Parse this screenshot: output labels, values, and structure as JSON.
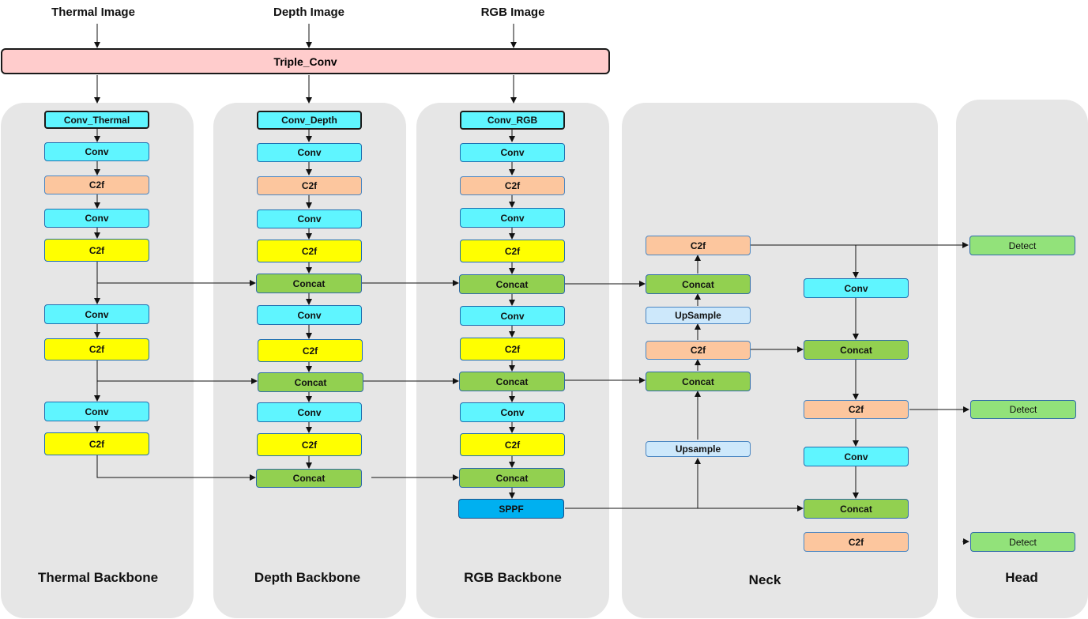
{
  "inputs": {
    "thermal": "Thermal Image",
    "depth": "Depth Image",
    "rgb": "RGB Image"
  },
  "triple_conv": "Triple_Conv",
  "panels": {
    "thermal": "Thermal Backbone",
    "depth": "Depth Backbone",
    "rgb": "RGB Backbone",
    "neck": "Neck",
    "head": "Head"
  },
  "thermal_backbone": [
    "Conv_Thermal",
    "Conv",
    "C2f",
    "Conv",
    "C2f",
    "Conv",
    "C2f",
    "Conv",
    "C2f"
  ],
  "depth_backbone": [
    "Conv_Depth",
    "Conv",
    "C2f",
    "Conv",
    "C2f",
    "Concat",
    "Conv",
    "C2f",
    "Concat",
    "Conv",
    "C2f",
    "Concat"
  ],
  "rgb_backbone": [
    "Conv_RGB",
    "Conv",
    "C2f",
    "Conv",
    "C2f",
    "Concat",
    "Conv",
    "C2f",
    "Concat",
    "Conv",
    "C2f",
    "Concat",
    "SPPF"
  ],
  "neck_left": [
    "C2f",
    "Concat",
    "UpSample",
    "C2f",
    "Concat",
    "Upsample"
  ],
  "neck_right": [
    "Conv",
    "Concat",
    "C2f",
    "Conv",
    "Concat",
    "C2f"
  ],
  "head": [
    "Detect",
    "Detect",
    "Detect"
  ],
  "colors": {
    "panel": "#e6e6e6",
    "conv": "#5ff5ff",
    "c2f_orange": "#fcc69e",
    "c2f_yellow": "#ffff00",
    "concat": "#92d050",
    "upsample": "#cde8fb",
    "sppf": "#00b0f0",
    "detect": "#92e27a",
    "triple_conv": "#ffcccc"
  }
}
